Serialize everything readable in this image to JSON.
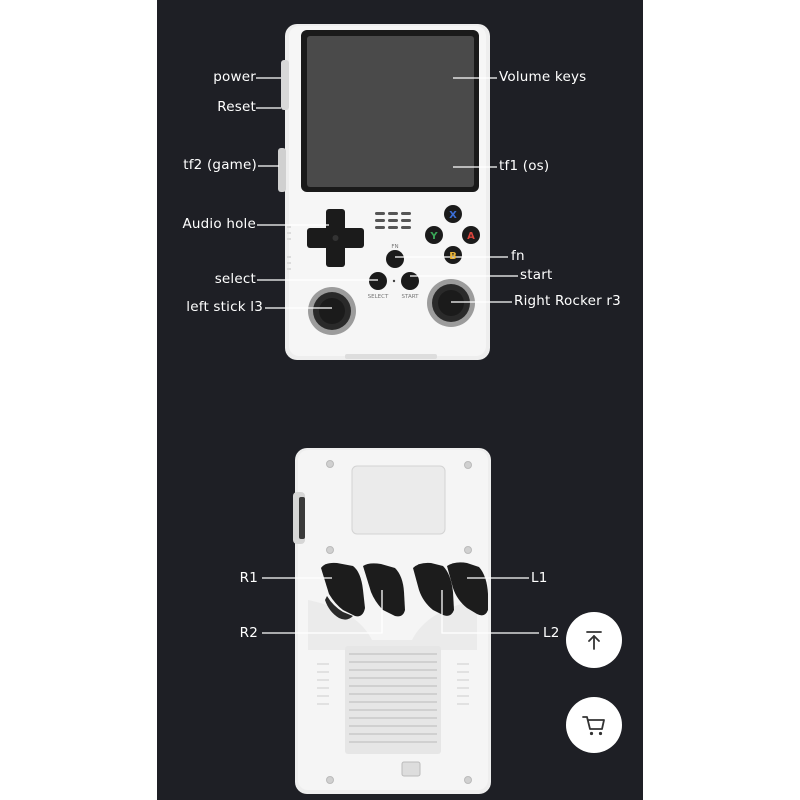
{
  "front_labels": {
    "power": "power",
    "reset": "Reset",
    "tf2": "tf2 (game)",
    "audio_hole": "Audio hole",
    "select": "select",
    "left_stick": "left stick l3",
    "volume_keys": "Volume keys",
    "tf1": "tf1 (os)",
    "fn": "fn",
    "start": "start",
    "right_rocker": "Right Rocker r3"
  },
  "device_text": {
    "button_x": "X",
    "button_y": "Y",
    "button_a": "A",
    "button_b": "B",
    "fn_small": "FN",
    "select_small": "SELECT",
    "start_small": "START"
  },
  "back_labels": {
    "r1": "R1",
    "r2": "R2",
    "l1": "L1",
    "l2": "L2"
  },
  "actions": {
    "scroll_top_icon": "arrow-up-to-top-icon",
    "cart_icon": "shopping-cart-icon"
  },
  "colors": {
    "background": "#1e1f25",
    "device_body": "#f2f2f2",
    "button_x": "#3b6fd8",
    "button_y": "#3aa757",
    "button_a": "#d9443c",
    "button_b": "#e8b43a"
  }
}
